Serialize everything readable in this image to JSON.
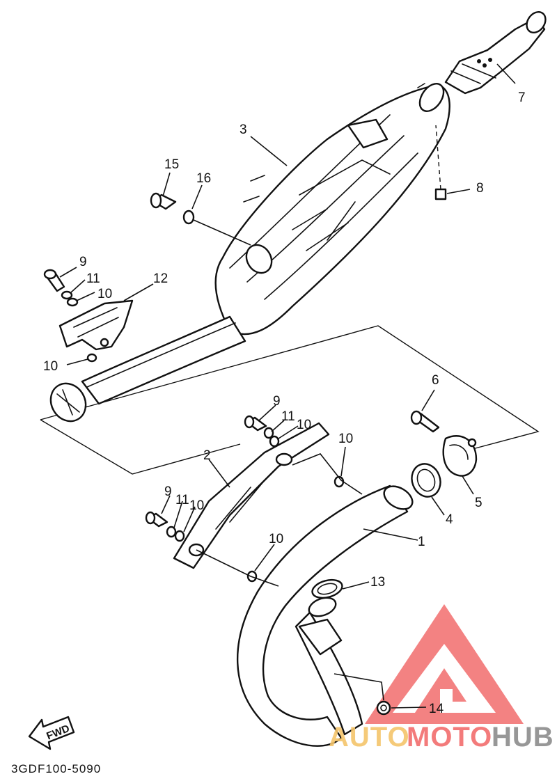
{
  "diagram": {
    "callouts": {
      "c1": "1",
      "c2": "2",
      "c3": "3",
      "c4": "4",
      "c5": "5",
      "c6": "6",
      "c7": "7",
      "c8": "8",
      "c9a": "9",
      "c9b": "9",
      "c9c": "9",
      "c10a": "10",
      "c10b": "10",
      "c10c": "10",
      "c10d": "10",
      "c10e": "10",
      "c10f": "10",
      "c11a": "11",
      "c11b": "11",
      "c11c": "11",
      "c12": "12",
      "c13": "13",
      "c14": "14",
      "c15": "15",
      "c16": "16"
    },
    "drawing_code": "3GDF100-5090",
    "fwd_label": "FWD"
  },
  "watermark": {
    "text_part1": "AUTO",
    "text_part2": "MOTO",
    "text_part3": "HUB",
    "colors": {
      "orange": "#f5c56b",
      "red": "#f26d6d",
      "gray": "#8c8c8c",
      "logo": "#f26d6d"
    }
  }
}
